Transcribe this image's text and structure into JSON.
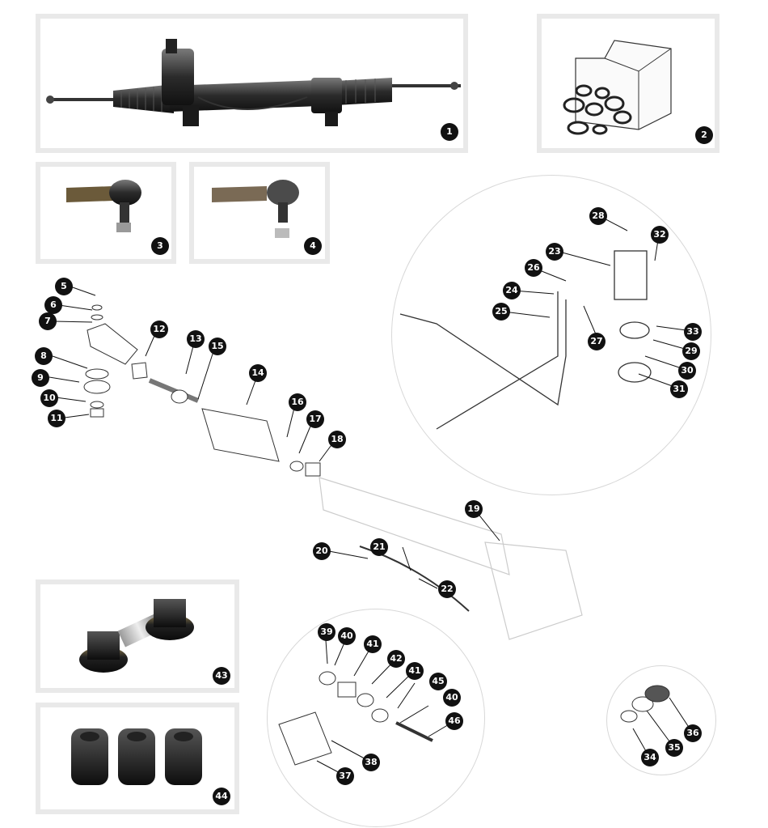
{
  "labels": [
    "1",
    "2",
    "3",
    "4",
    "5",
    "6",
    "7",
    "8",
    "9",
    "10",
    "11",
    "12",
    "13",
    "14",
    "15",
    "16",
    "17",
    "18",
    "19",
    "20",
    "21",
    "22",
    "23",
    "24",
    "25",
    "26",
    "27",
    "28",
    "29",
    "30",
    "31",
    "32",
    "33",
    "34",
    "35",
    "36",
    "37",
    "38",
    "39",
    "40",
    "41",
    "42",
    "41",
    "45",
    "40",
    "46",
    "43",
    "44"
  ]
}
